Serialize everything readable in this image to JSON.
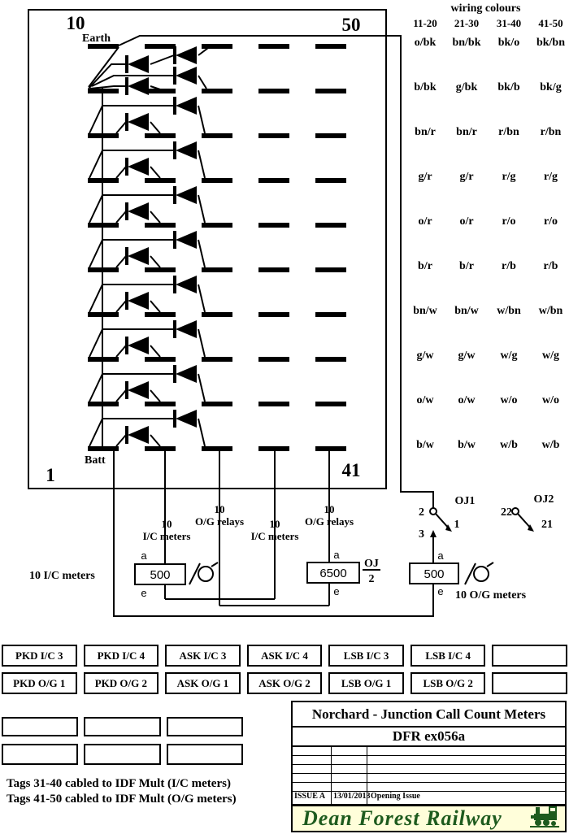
{
  "diagram": {
    "corner_labels": {
      "top_left": "10",
      "top_right": "50",
      "bottom_left": "1",
      "bottom_right": "41"
    },
    "earth_label": "Earth",
    "batt_label": "Batt"
  },
  "wiring_colours": {
    "title": "wiring colours",
    "columns": [
      "11-20",
      "21-30",
      "31-40",
      "41-50"
    ],
    "rows": [
      [
        "o/bk",
        "bn/bk",
        "bk/o",
        "bk/bn"
      ],
      [
        "b/bk",
        "g/bk",
        "bk/b",
        "bk/g"
      ],
      [
        "bn/r",
        "bn/r",
        "r/bn",
        "r/bn"
      ],
      [
        "g/r",
        "g/r",
        "r/g",
        "r/g"
      ],
      [
        "o/r",
        "o/r",
        "r/o",
        "r/o"
      ],
      [
        "b/r",
        "b/r",
        "r/b",
        "r/b"
      ],
      [
        "bn/w",
        "bn/w",
        "w/bn",
        "w/bn"
      ],
      [
        "g/w",
        "g/w",
        "w/g",
        "w/g"
      ],
      [
        "o/w",
        "o/w",
        "w/o",
        "w/o"
      ],
      [
        "b/w",
        "b/w",
        "w/b",
        "w/b"
      ]
    ]
  },
  "meters": {
    "left_label": "10 I/C meters",
    "feeds": [
      {
        "count": "10",
        "name": "I/C meters"
      },
      {
        "count": "10",
        "name": "O/G relays"
      },
      {
        "count": "10",
        "name": "I/C meters"
      },
      {
        "count": "10",
        "name": "O/G relays"
      }
    ],
    "meter1": {
      "value": "500",
      "top": "a",
      "bottom": "e"
    },
    "meter2": {
      "value": "6500",
      "top": "a",
      "bottom": "e",
      "relay": "OJ",
      "relay_contact": "2"
    },
    "meter3": {
      "value": "500",
      "top": "a",
      "bottom": "e",
      "label": "10 O/G meters"
    },
    "oj1": {
      "label": "OJ1",
      "c_top": "2",
      "c_arm": "1",
      "c_bottom": "3"
    },
    "oj2": {
      "label": "OJ2",
      "c_top": "22",
      "c_arm": "21"
    }
  },
  "tags": {
    "row1": [
      "PKD I/C 3",
      "PKD I/C 4",
      "ASK I/C 3",
      "ASK I/C 4",
      "LSB I/C 3",
      "LSB I/C 4",
      ""
    ],
    "row2": [
      "PKD O/G 1",
      "PKD O/G 2",
      "ASK O/G 1",
      "ASK O/G 2",
      "LSB O/G 1",
      "LSB O/G 2",
      ""
    ]
  },
  "notes": [
    "Tags 31-40 cabled to IDF Mult (I/C meters)",
    "Tags 41-50 cabled to IDF Mult (O/G meters)"
  ],
  "title_block": {
    "title": "Norchard - Junction Call Count Meters",
    "drawing_number": "DFR ex056a",
    "issue": "ISSUE A",
    "date": "13/01/2013",
    "description": "Opening Issue"
  },
  "banner": {
    "text": "Dean Forest Railway",
    "bg": "#FFFEDA",
    "fg": "#1E5B1E"
  },
  "icons": {
    "meter": "meter-dial-icon",
    "locomotive": "steam-locomotive-icon"
  }
}
